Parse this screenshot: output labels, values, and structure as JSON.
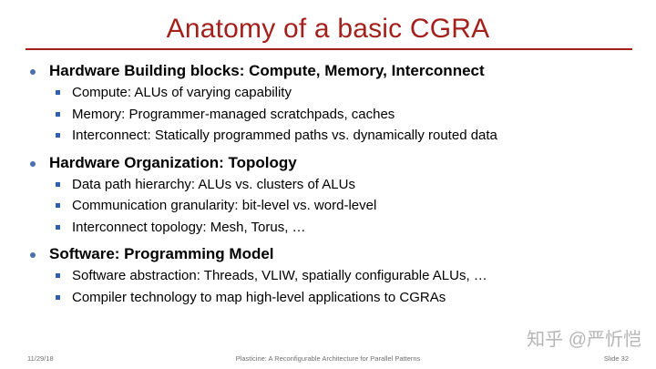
{
  "slide": {
    "title": "Anatomy of a basic CGRA",
    "sections": [
      {
        "heading": "Hardware Building blocks: Compute, Memory, Interconnect",
        "items": [
          "Compute: ALUs of varying capability",
          "Memory: Programmer-managed scratchpads, caches",
          "Interconnect: Statically programmed paths vs. dynamically routed data"
        ]
      },
      {
        "heading": "Hardware Organization: Topology",
        "items": [
          "Data path hierarchy: ALUs vs. clusters of ALUs",
          "Communication granularity: bit-level vs. word-level",
          "Interconnect topology: Mesh, Torus, …"
        ]
      },
      {
        "heading": "Software: Programming Model",
        "items": [
          "Software abstraction: Threads, VLIW, spatially configurable ALUs, …",
          "Compiler technology to map high-level applications to CGRAs"
        ]
      }
    ]
  },
  "footer": {
    "date": "11/29/18",
    "center": "Plasticine: A Reconfigurable Architecture for Parallel Patterns",
    "slide_number": "Slide 32"
  },
  "watermark": "知乎 @严忻恺",
  "colors": {
    "title": "#a3201c",
    "bullet_level1": "#4a6fb0",
    "bullet_level2": "#2f5fb0"
  }
}
